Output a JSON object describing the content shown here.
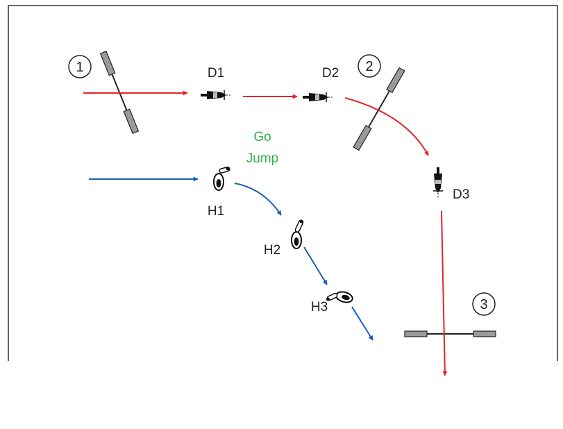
{
  "jumps": [
    {
      "number": "1"
    },
    {
      "number": "2"
    },
    {
      "number": "3"
    }
  ],
  "dog_positions": [
    {
      "label": "D1"
    },
    {
      "label": "D2"
    },
    {
      "label": "D3"
    }
  ],
  "handler_positions": [
    {
      "label": "H1"
    },
    {
      "label": "H2"
    },
    {
      "label": "H3"
    }
  ],
  "cue": {
    "line1": "Go",
    "line2": "Jump"
  },
  "colors": {
    "dog_path": "#e8232b",
    "handler_path": "#1a5fb4",
    "cue_text": "#2db34a",
    "border": "#333333",
    "jump_bar": "#9a9a9a"
  }
}
